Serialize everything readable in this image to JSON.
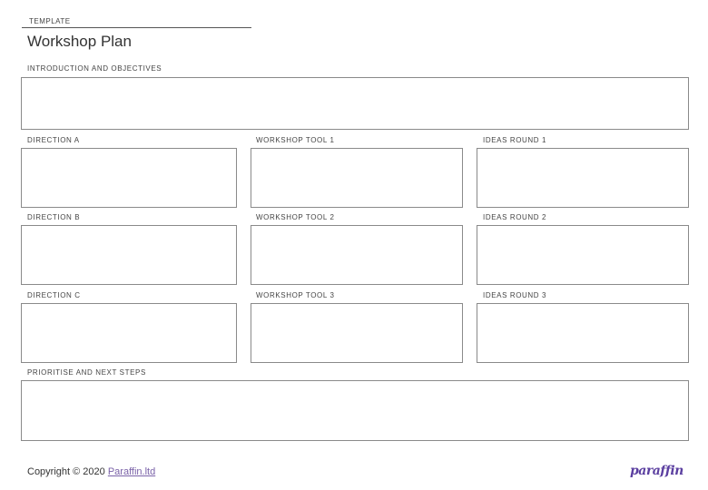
{
  "header": {
    "eyebrow": "TEMPLATE",
    "title": "Workshop Plan"
  },
  "sections": {
    "intro": "INTRODUCTION AND OBJECTIVES",
    "columns": [
      {
        "label": "DIRECTION A"
      },
      {
        "label": "WORKSHOP TOOL 1"
      },
      {
        "label": "IDEAS ROUND 1"
      },
      {
        "label": "DIRECTION B"
      },
      {
        "label": "WORKSHOP TOOL 2"
      },
      {
        "label": "IDEAS ROUND 2"
      },
      {
        "label": "DIRECTION C"
      },
      {
        "label": "WORKSHOP TOOL 3"
      },
      {
        "label": "IDEAS ROUND 3"
      }
    ],
    "prioritise": "PRIORITISE AND NEXT STEPS"
  },
  "footer": {
    "copyright": "Copyright © 2020 ",
    "link_text": "Paraffin.ltd",
    "logo": "paraffin"
  }
}
